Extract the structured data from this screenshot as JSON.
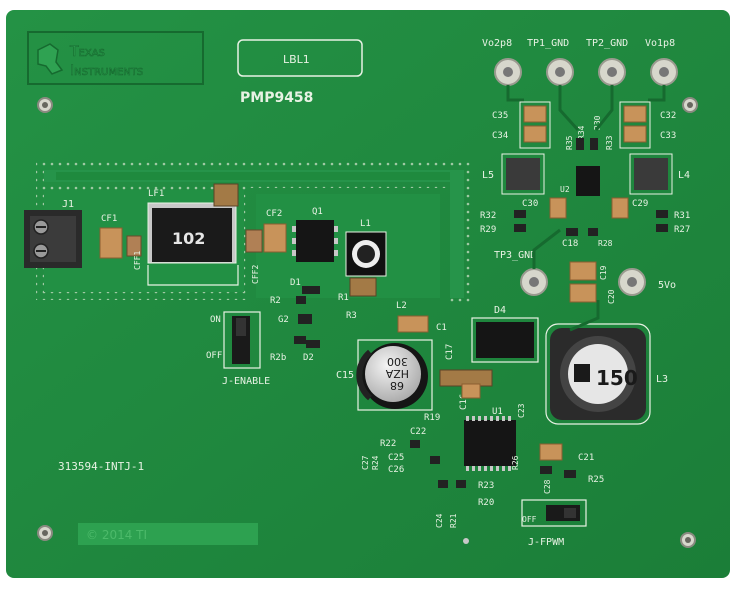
{
  "board": {
    "brand_line1": "Texas",
    "brand_line2": "Instruments",
    "label_box": "LBL1",
    "board_id": "PMP9458",
    "part_number": "313594-INTJ-1",
    "copyright": "© 2014 TI"
  },
  "connectors": {
    "j1": "J1",
    "tp_vo2p8": "Vo2p8",
    "tp1_gnd": "TP1_GND",
    "tp2_gnd": "TP2_GND",
    "tp_vo1p8": "Vo1p8",
    "tp3_gnd": "TP3_GND",
    "tp_5vo": "5Vo",
    "jenable": "J-ENABLE",
    "jenable_on": "ON",
    "jenable_off": "OFF",
    "jfpwm": "J-FPWM",
    "jfpwm_off": "OFF"
  },
  "components": {
    "lf1": "LF1",
    "lf1_mark": "102",
    "cf1": "CF1",
    "cff1": "CFF1",
    "cf2": "CF2",
    "cff2": "CFF2",
    "q1": "Q1",
    "l1": "L1",
    "l2": "L2",
    "d1": "D1",
    "d2": "D2",
    "d4": "D4",
    "r1": "R1",
    "r2": "R2",
    "r2b": "R2b",
    "r3": "R3",
    "g2": "G2",
    "c1": "C1",
    "c15": "C15",
    "c15_mark1": "68",
    "c15_mark2": "HZA",
    "c15_mark3": "300",
    "c16": "C16",
    "c17": "C17",
    "l3": "L3",
    "l3_mark": "150",
    "l4": "L4",
    "l5": "L5",
    "u1": "U1",
    "u2": "U2",
    "c18": "C18",
    "c19": "C19",
    "c20": "C20",
    "c21": "C21",
    "c22": "C22",
    "c23": "C23",
    "c24": "C24",
    "c25": "C25",
    "c26": "C26",
    "c27": "C27",
    "c28": "C28",
    "c29": "C29",
    "c30": "C30",
    "c32": "C32",
    "c33": "C33",
    "c34": "C34",
    "c35": "C35",
    "r19": "R19",
    "r20": "R20",
    "r21": "R21",
    "r22": "R22",
    "r23": "R23",
    "r24": "R24",
    "r25": "R25",
    "r26": "R26",
    "r27": "R27",
    "r28": "R28",
    "r29": "R29",
    "r30": "R30",
    "r31": "R31",
    "r32": "R32",
    "r33": "R33",
    "r34": "R34",
    "r35": "R35"
  },
  "colors": {
    "pcb": "#1f8a3e",
    "silkscreen": "#e8f2e4",
    "copper_pad": "#c8c8c8",
    "background": "#ffffff"
  }
}
